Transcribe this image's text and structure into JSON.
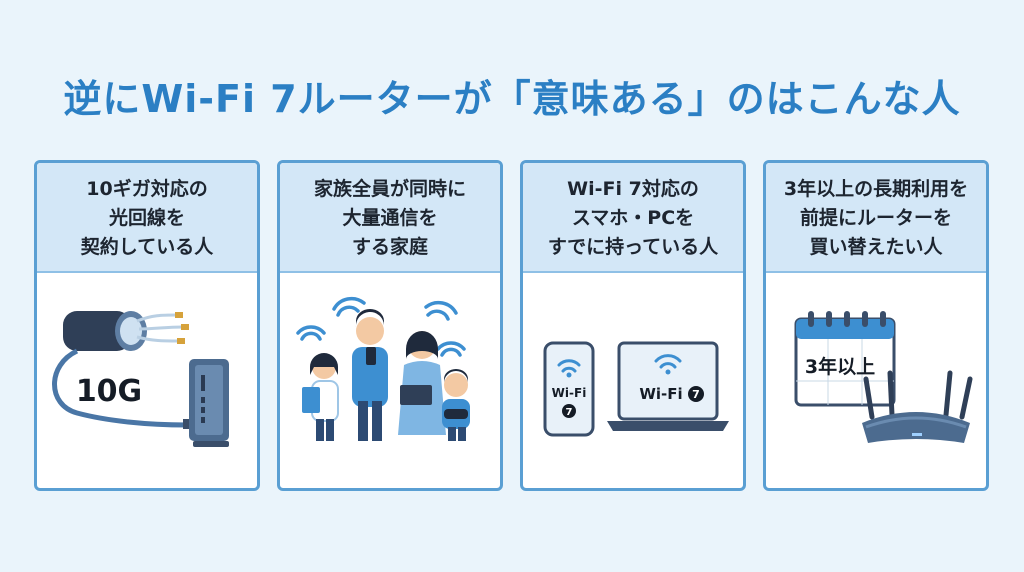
{
  "title": "逆にWi-Fi 7ルーターが「意味ある」のはこんな人",
  "cards": [
    {
      "lines": [
        "10ギガ対応の",
        "光回線を",
        "契約している人"
      ],
      "illustration": "fiber-cable-and-onu-icon",
      "badge": "10G"
    },
    {
      "lines": [
        "家族全員が同時に",
        "大量通信を",
        "する家庭"
      ],
      "illustration": "family-with-devices-icon"
    },
    {
      "lines": [
        "Wi-Fi 7対応の",
        "スマホ・PCを",
        "すでに持っている人"
      ],
      "illustration": "smartphone-and-laptop-icon",
      "phone_label": "Wi-Fi",
      "phone_badge": "7",
      "laptop_label": "Wi-Fi",
      "laptop_badge": "7"
    },
    {
      "lines": [
        "3年以上の長期利用を",
        "前提にルーターを",
        "買い替えたい人"
      ],
      "illustration": "calendar-and-router-icon",
      "calendar_label": "3年以上"
    }
  ],
  "colors": {
    "title": "#2b7fc4",
    "card_border": "#5a9fd3",
    "card_header_bg": "#d3e7f7",
    "illustration_dark": "#3a4e6a",
    "illustration_blue": "#3d8fd1"
  }
}
